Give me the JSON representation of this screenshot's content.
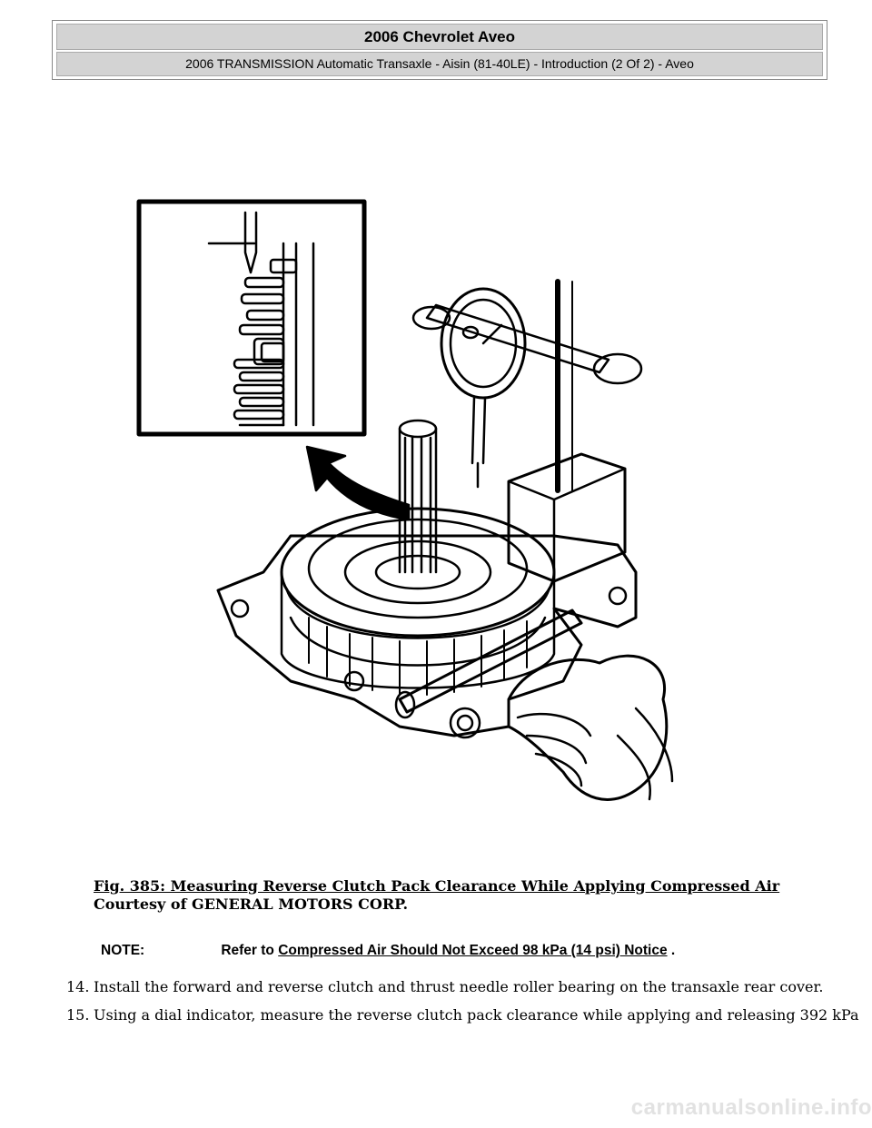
{
  "header": {
    "title": "2006 Chevrolet Aveo",
    "subtitle": "2006 TRANSMISSION Automatic Transaxle - Aisin (81-40LE) - Introduction (2 Of 2) - Aveo"
  },
  "figure": {
    "caption_title": "Fig. 385: Measuring Reverse Clutch Pack Clearance While Applying Compressed Air",
    "caption_credit": "Courtesy of GENERAL MOTORS CORP."
  },
  "note": {
    "label": "NOTE:",
    "prefix": "Refer to",
    "link": "Compressed Air Should Not Exceed 98 kPa (14 psi) Notice",
    "suffix": "."
  },
  "steps": [
    {
      "num": "14.",
      "text": "Install the forward and reverse clutch and thrust needle roller bearing on the transaxle rear cover."
    },
    {
      "num": "15.",
      "text": "Using a dial indicator, measure the reverse clutch pack clearance while applying and releasing 392 kPa"
    }
  ],
  "watermark": "carmanualsonline.info"
}
